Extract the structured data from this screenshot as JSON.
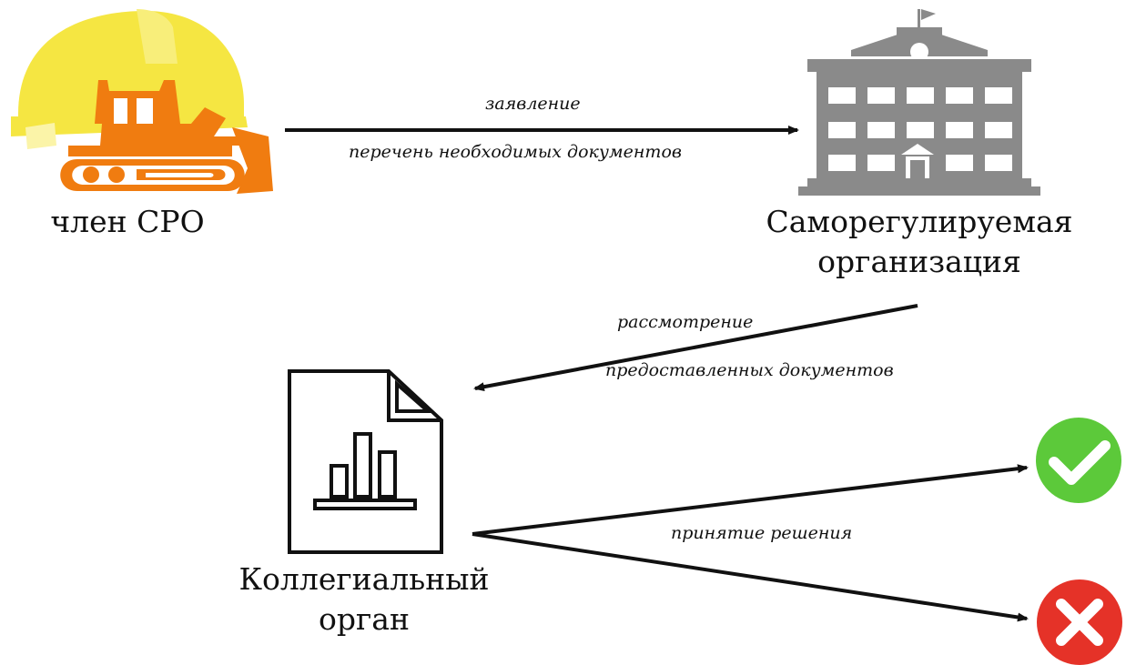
{
  "nodes": {
    "member": {
      "label": "член СРО"
    },
    "sro": {
      "label_line1": "Саморегулируемая",
      "label_line2": "организация"
    },
    "board": {
      "label_line1": "Коллегиальный",
      "label_line2": "орган"
    }
  },
  "edges": {
    "application": {
      "label_top": "заявление",
      "label_bottom": "перечень необходимых документов"
    },
    "review": {
      "label_top": "рассмотрение",
      "label_bottom": "предоставленных документов"
    },
    "decision": {
      "label": "принятие решения"
    }
  },
  "colors": {
    "helmet": "#f5e642",
    "bulldozer": "#f07c10",
    "building": "#8a8a8a",
    "approve": "#5cc93a",
    "reject": "#e53228",
    "line": "#111111"
  },
  "icons": [
    "hardhat-icon",
    "bulldozer-icon",
    "building-icon",
    "document-chart-icon",
    "checkmark-icon",
    "cross-icon"
  ]
}
